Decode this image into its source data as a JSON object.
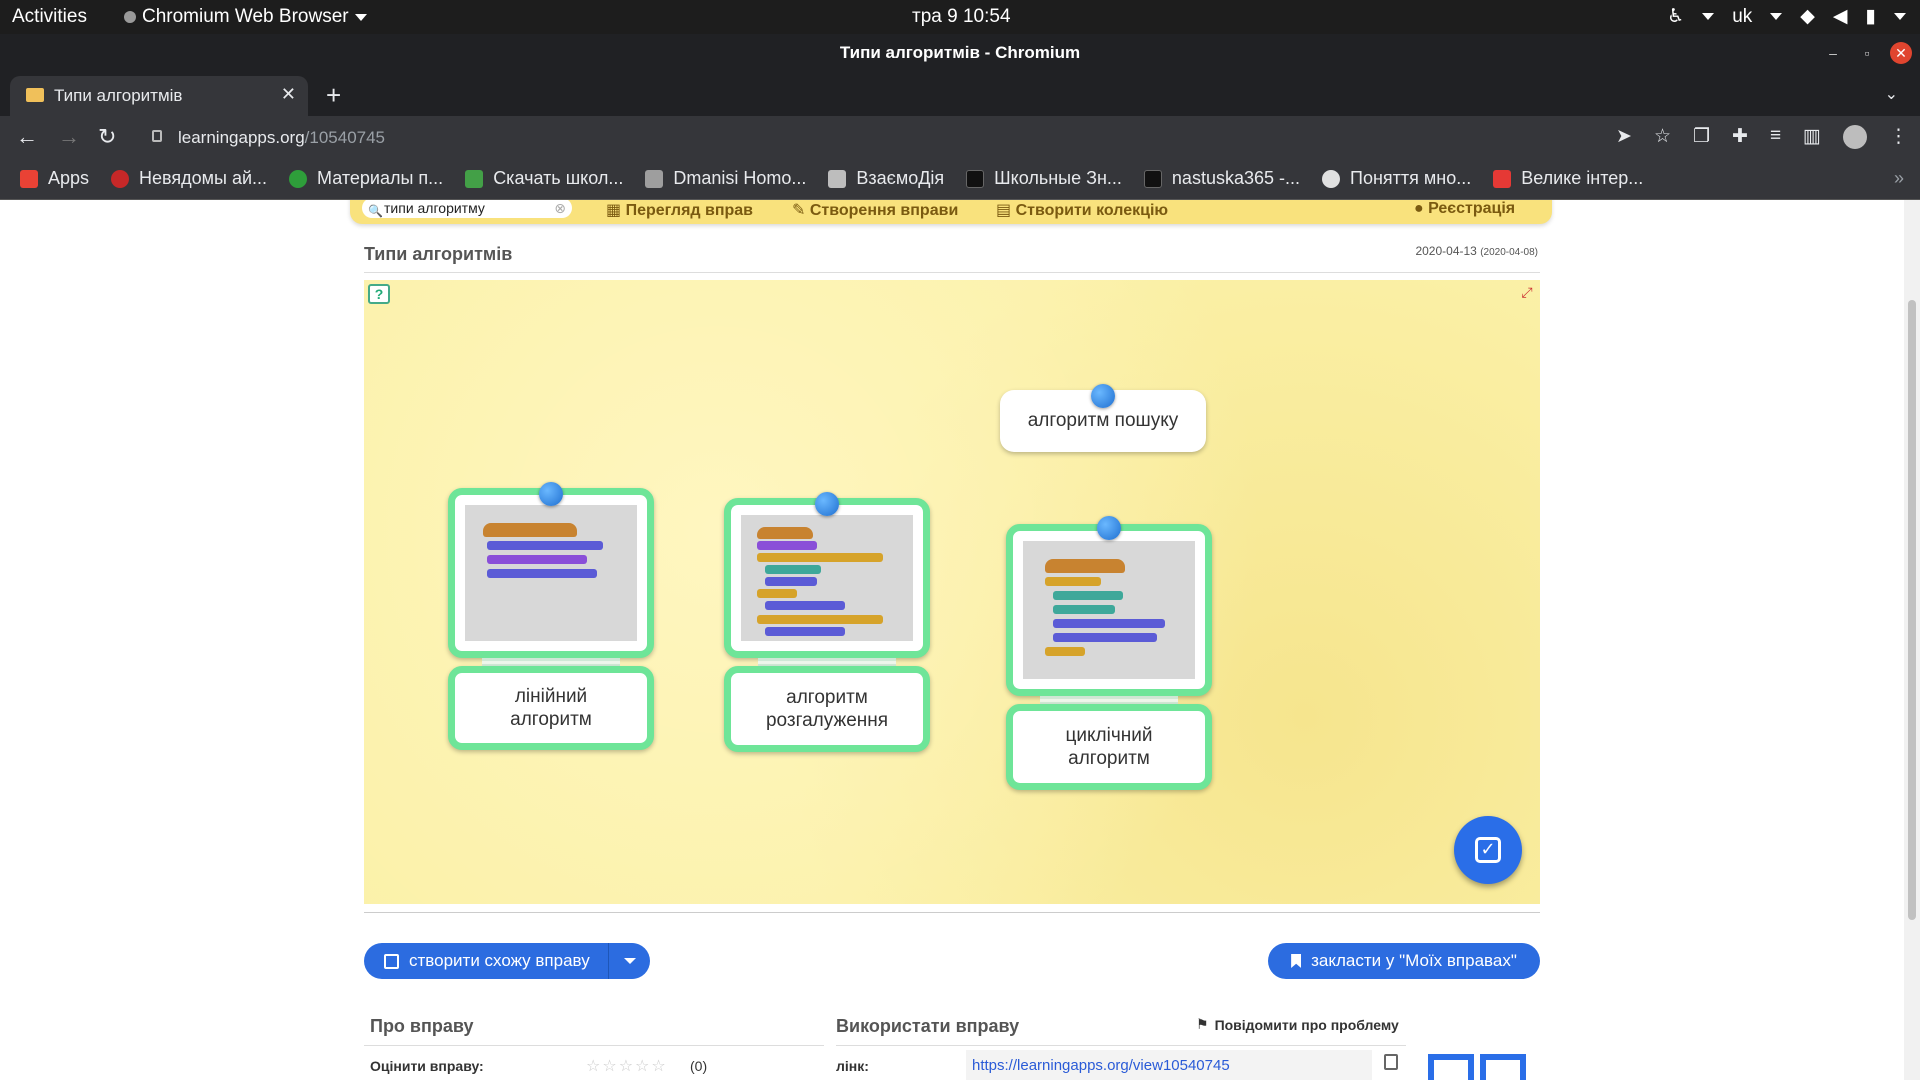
{
  "system": {
    "activities": "Activities",
    "app_name": "Chromium Web Browser",
    "clock": "тра 9  10:54",
    "keyboard_layout": "uk"
  },
  "window": {
    "title": "Типи алгоритмів - Chromium"
  },
  "browser": {
    "tab_title": "Типи алгоритмів",
    "url_host": "learningapps.org",
    "url_path": "/10540745",
    "bookmarks": [
      {
        "label": "Apps",
        "color": "#e94235"
      },
      {
        "label": "Невядомы ай...",
        "color": "#c62828"
      },
      {
        "label": "Материалы п...",
        "color": "#2e9e3a"
      },
      {
        "label": "Скачать школ...",
        "color": "#43a047"
      },
      {
        "label": "Dmanisi Homo...",
        "color": "#9e9e9e"
      },
      {
        "label": "ВзаємоДія",
        "color": "#bdbdbd"
      },
      {
        "label": "Школьные Зн...",
        "color": "#111111"
      },
      {
        "label": "nastuska365 -...",
        "color": "#111111"
      },
      {
        "label": "Поняття мно...",
        "color": "#e0e0e0"
      },
      {
        "label": "Велике інтер...",
        "color": "#e53935"
      }
    ]
  },
  "site": {
    "search_value": "типи алгоритму",
    "nav": {
      "browse": "Перегляд вправ",
      "create": "Створення вправи",
      "collection": "Створити колекцію",
      "register": "Реєстрація"
    }
  },
  "exercise": {
    "title": "Типи алгоритмів",
    "date": "2020-04-13",
    "date_created": "(2020-04-08)",
    "floating_label": "алгоритм пошуку",
    "pairs": [
      {
        "label": "лінійний алгоритм"
      },
      {
        "label": "алгоритм розгалуження"
      },
      {
        "label": "циклічний алгоритм"
      }
    ]
  },
  "actions": {
    "create_similar": "створити схожу вправу",
    "bookmark": "закласти у \"Моїх вправах\""
  },
  "about": {
    "heading": "Про вправу",
    "rate_label": "Оцінити вправу:",
    "stars": "☆☆☆☆☆",
    "rating_count": "(0)"
  },
  "use": {
    "heading": "Використати вправу",
    "report": "Повідомити про проблему",
    "link_label": "лінк:",
    "link_value": "https://learningapps.org/view10540745"
  },
  "colors": {
    "accent_blue": "#2c6ce0",
    "card_border": "#6ee598",
    "exercise_bg": "#fbf1a8",
    "site_nav": "#f9e27d"
  }
}
